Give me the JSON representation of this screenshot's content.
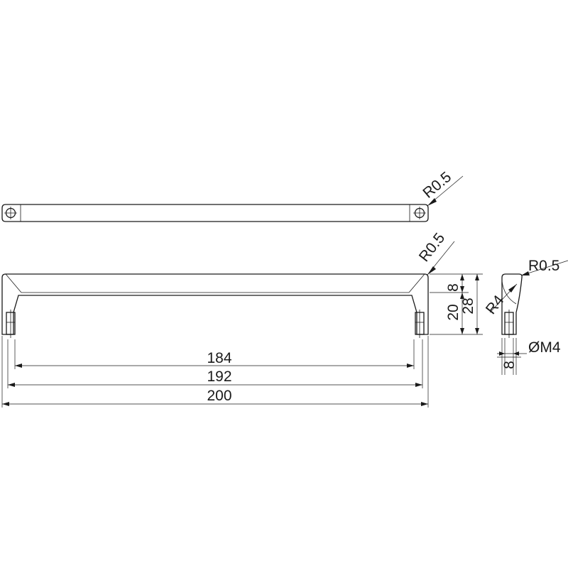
{
  "drawing": {
    "view_top": {
      "radius_label": "R0.5"
    },
    "view_front": {
      "radius_label": "R0.5",
      "height_total": "28",
      "height_bar": "8",
      "height_leg": "20",
      "width_holes": "184",
      "width_inner": "192",
      "width_total": "200"
    },
    "view_side": {
      "radius_outer": "R0.5",
      "radius_inner": "R4",
      "thread": "ØM4",
      "thickness": "8"
    }
  }
}
